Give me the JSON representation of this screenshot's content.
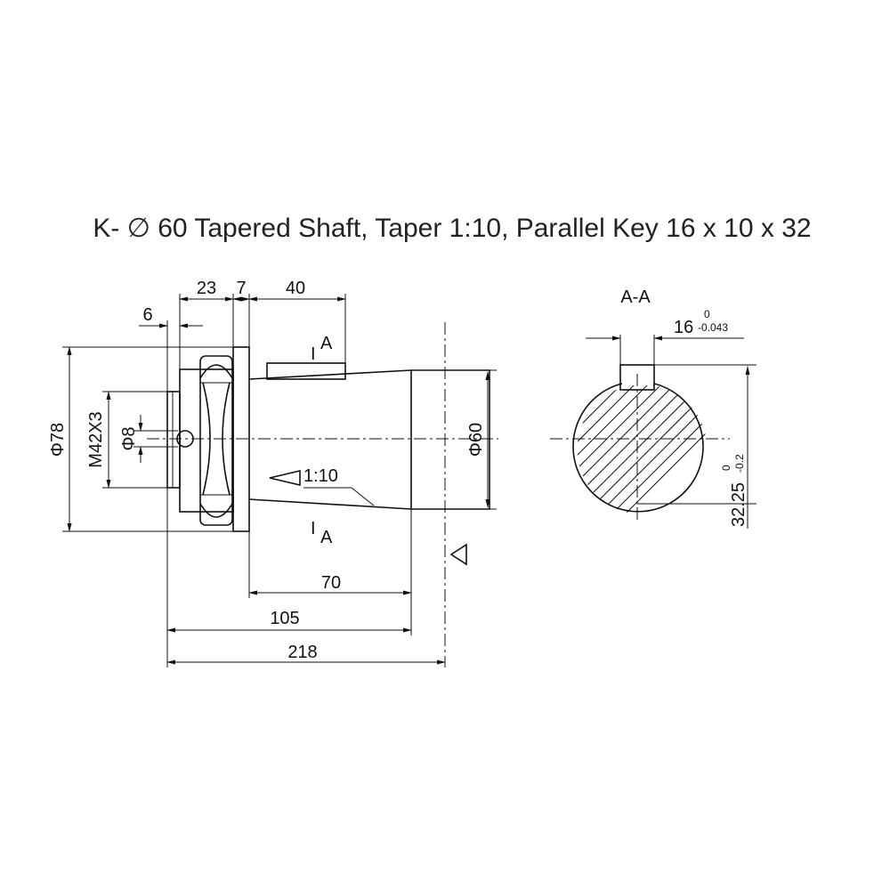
{
  "title": "K- ∅ 60 Tapered Shaft, Taper 1:10, Parallel Key 16 x 10 x 32",
  "dimensions": {
    "d6": "6",
    "d23": "23",
    "d7": "7",
    "d40": "40",
    "d70": "70",
    "d105": "105",
    "d218": "218",
    "phi78": "Φ78",
    "thread": "M42X3",
    "phi8": "Φ8",
    "phi60": "Φ60",
    "taper": "1:10"
  },
  "section": {
    "label": "A-A",
    "key_width": "16",
    "key_width_upper": "0",
    "key_width_lower": "-0.043",
    "key_height": "32.25",
    "key_height_upper": "0",
    "key_height_lower": "-0.2"
  },
  "section_marks": {
    "top_letter": "A",
    "bottom_letter": "A",
    "bar": "I"
  }
}
